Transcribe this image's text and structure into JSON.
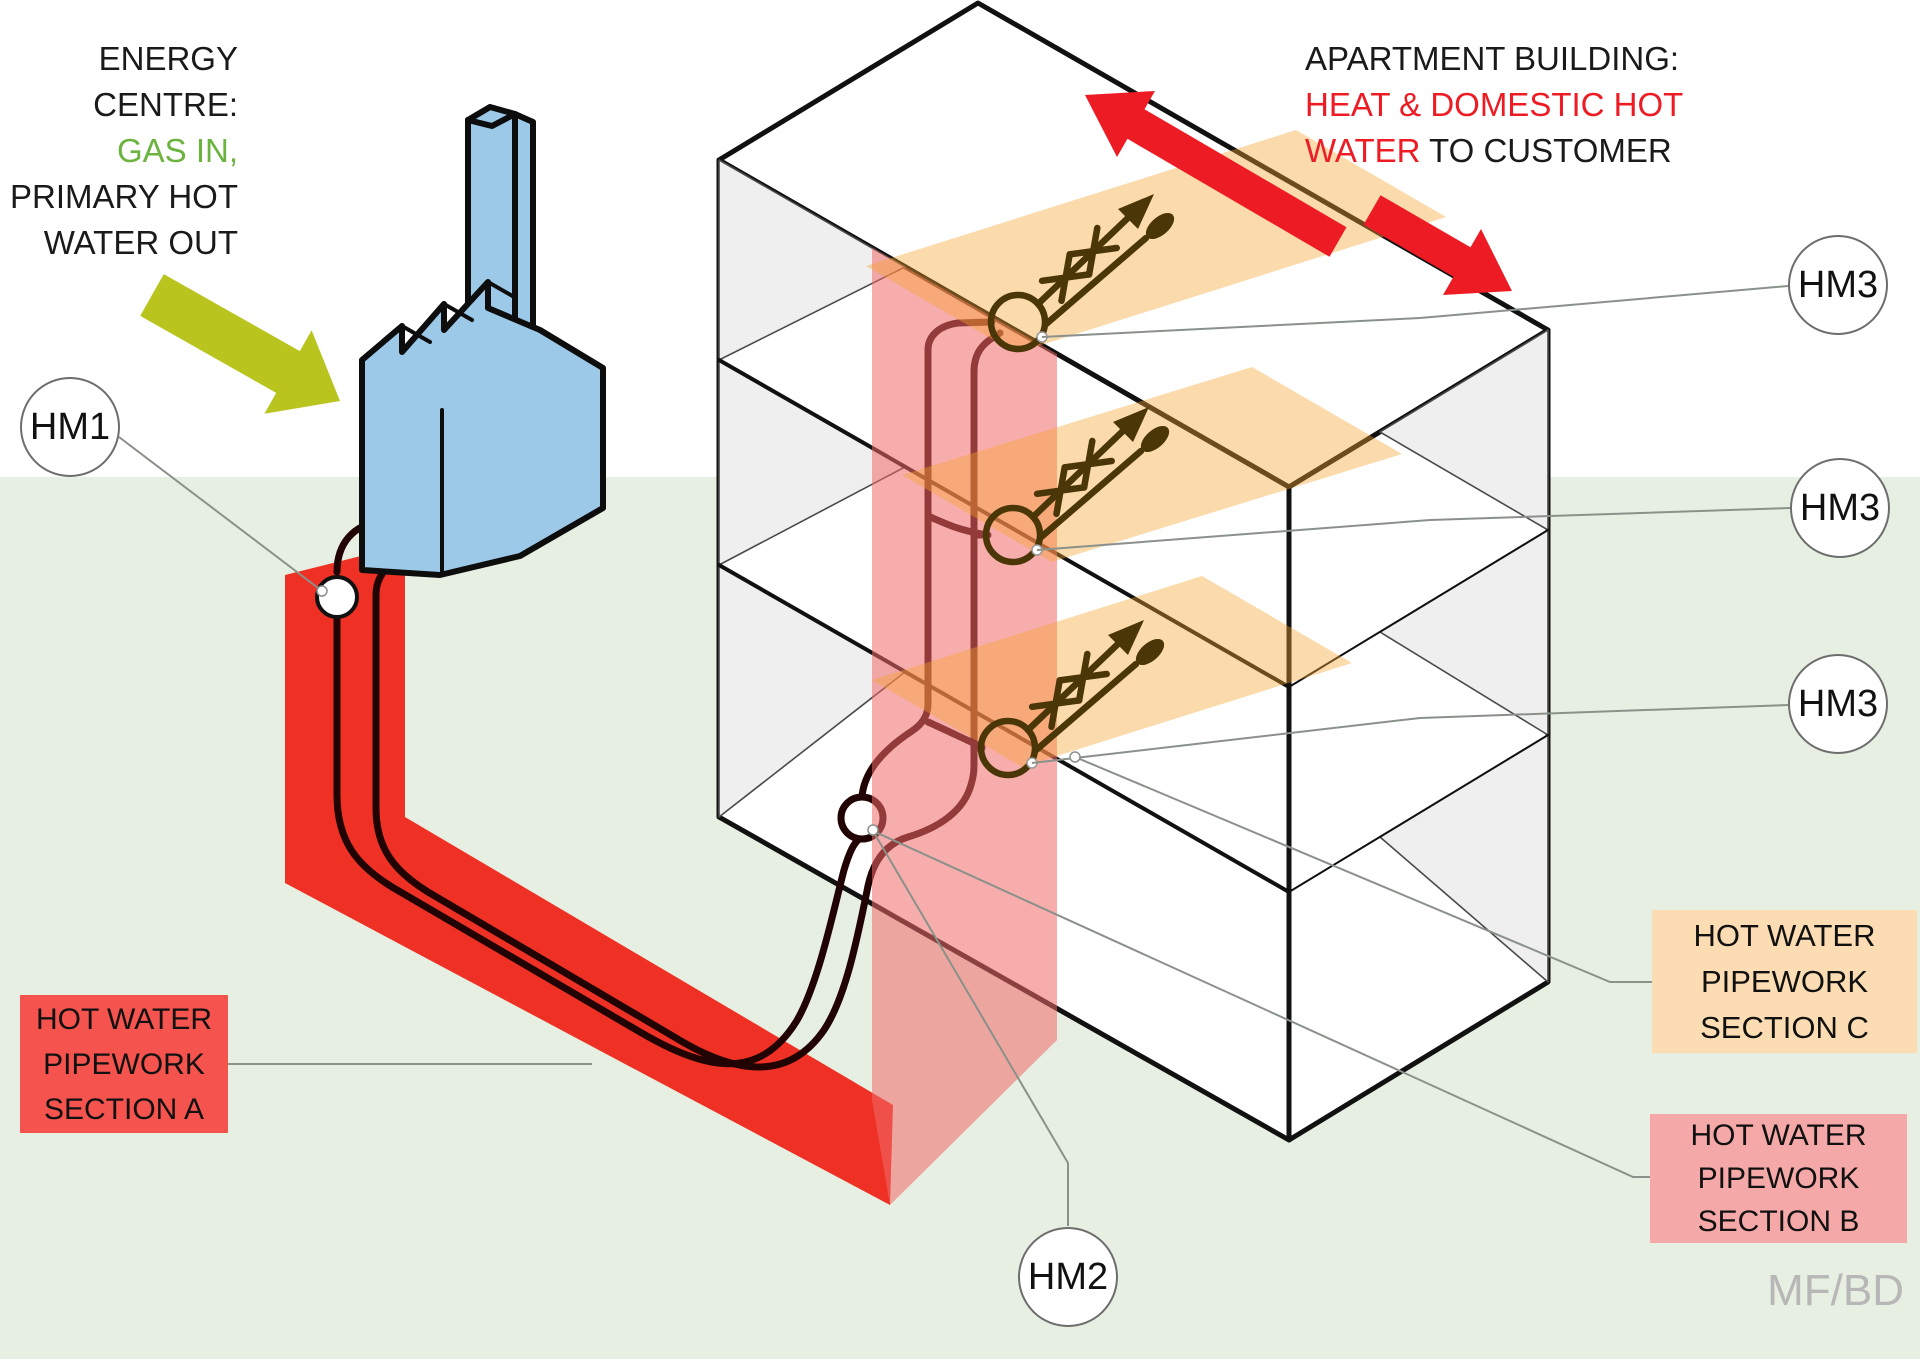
{
  "header_left": {
    "line1": "ENERGY CENTRE:",
    "line2": "GAS IN,",
    "line3": "PRIMARY HOT",
    "line4": "WATER OUT"
  },
  "header_right": {
    "line1": "APARTMENT BUILDING:",
    "line2": "HEAT & DOMESTIC HOT",
    "line3_red": "WATER",
    "line3_black": " TO CUSTOMER"
  },
  "meters": {
    "hm1": "HM1",
    "hm2": "HM2",
    "hm3": "HM3"
  },
  "section_boxes": {
    "a": [
      "HOT WATER",
      "PIPEWORK",
      "SECTION A"
    ],
    "b": [
      "HOT WATER",
      "PIPEWORK",
      "SECTION B"
    ],
    "c": [
      "HOT WATER",
      "PIPEWORK",
      "SECTION C"
    ]
  },
  "watermark": "MF/BD",
  "icons": {
    "gas_in_arrow": "gas-in-arrow-icon",
    "heat_out_arrows": "heat-dhw-double-arrow-icon",
    "energy_centre": "energy-centre-factory-icon",
    "heat_interface_unit": "heat-interface-unit-icon",
    "heat_meter_valve": "heat-meter-valve-icon"
  },
  "colors": {
    "pipe_red": "#EE3124",
    "arrow_red": "#ED1C24",
    "box_a_red": "#F4534E",
    "riser_pink": "#F58F8F",
    "panel_orange": "#F6C98F",
    "box_b_pink": "#F5A8A8",
    "box_c_orange": "#FBDCB3",
    "ground_green": "#E6EFE1",
    "factory_blue": "#9CC9E8",
    "gas_arrow_green": "#B9C41F",
    "text_green": "#6CB33F",
    "text_red": "#ED1C24",
    "symbol_brown": "#4A3606",
    "watermark_gray": "#B7B7B7"
  }
}
